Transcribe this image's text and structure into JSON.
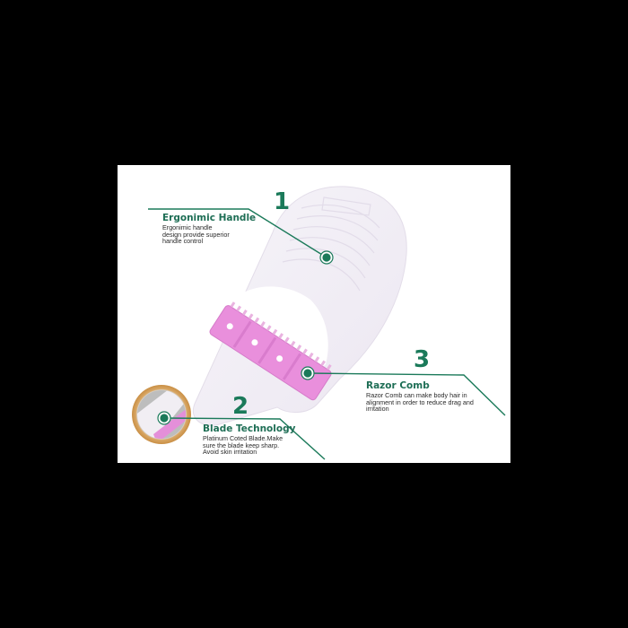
{
  "infographic": {
    "background_color": "#000000",
    "panel_color": "#ffffff",
    "accent_color": "#1b7a5a",
    "product": {
      "handle_color": "#f3f0f7",
      "comb_color": "#e98fdc"
    },
    "callouts": [
      {
        "number": "1",
        "title": "Ergonimic Handle",
        "description": "Ergonimic handle design provide superior handle control"
      },
      {
        "number": "2",
        "title": "Blade Technology",
        "description": "Platinum Coted Blade.Make sure the blade keep sharp. Avoid skin irritation"
      },
      {
        "number": "3",
        "title": "Razor Comb",
        "description": "Razor Comb can make body hair in alignment in order to reduce drag and irritation"
      }
    ]
  }
}
